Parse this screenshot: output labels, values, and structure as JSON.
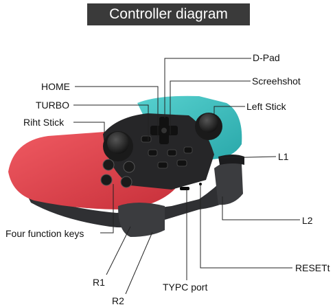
{
  "title": "Controller diagram",
  "labels": {
    "dpad": "D-Pad",
    "home": "HOME",
    "screenshot": "Screehshot",
    "turbo": "TURBO",
    "left_stick": "Left Stick",
    "right_stick": "Riht Stick",
    "l1": "L1",
    "four_keys": "Four function keys",
    "l2": "L2",
    "r1": "R1",
    "resett": "RESETt",
    "typec": "TYPC port",
    "r2": "R2"
  },
  "colors": {
    "title_bg": "#3a3a3a",
    "red": "#e0404a",
    "teal": "#3bbfbf",
    "body": "#2a2a2c",
    "grip_dark": "#3a3b3e",
    "leader": "#222222"
  }
}
